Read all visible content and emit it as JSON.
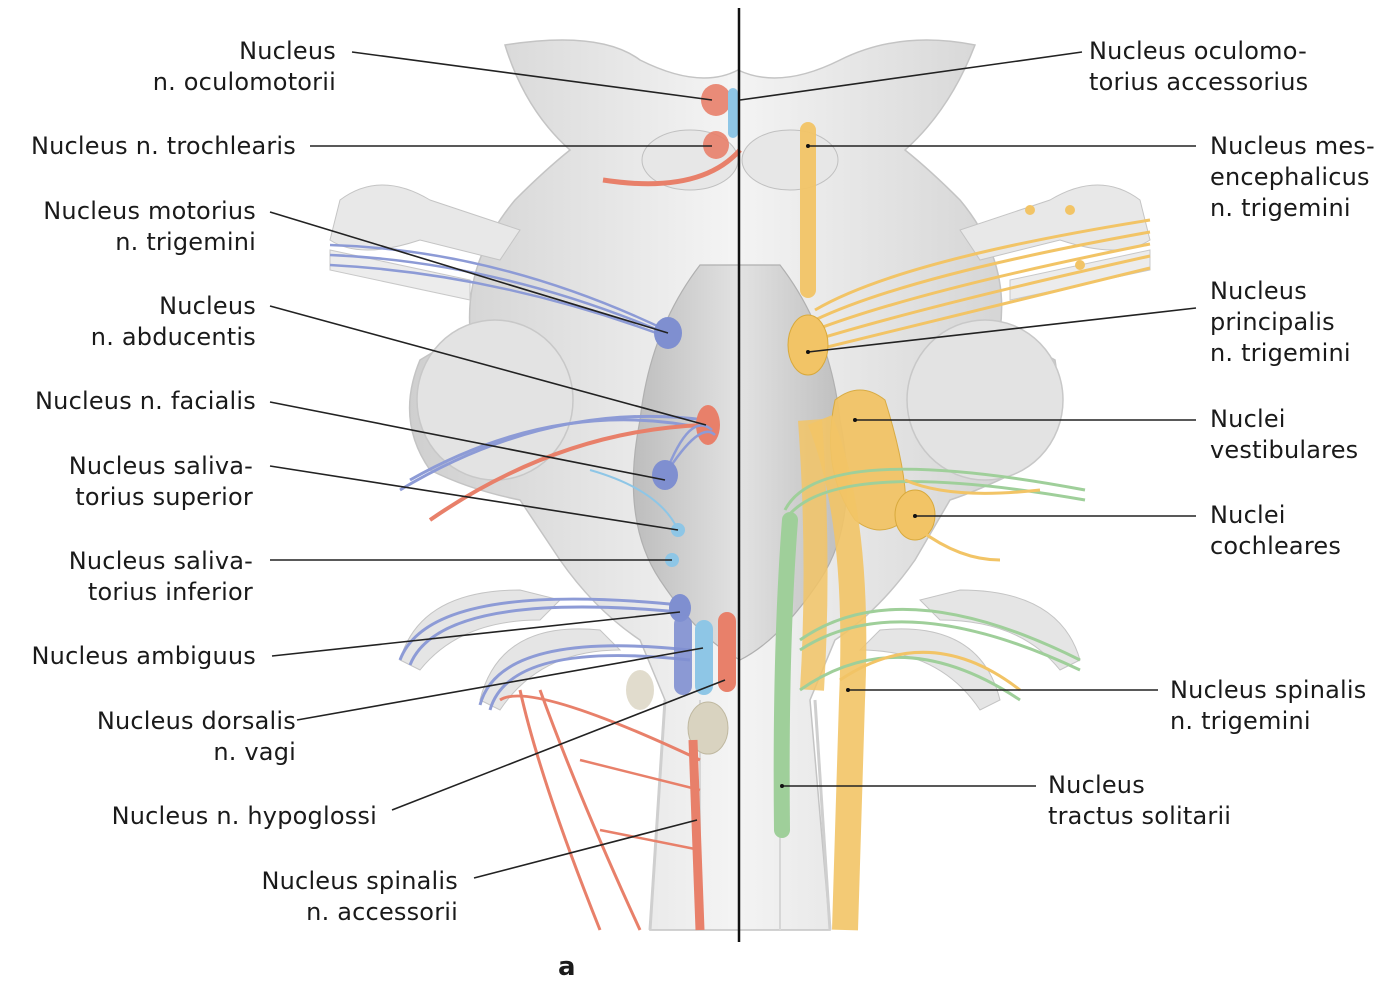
{
  "figure_letter": "a",
  "colors": {
    "motor_somatic": "#e8806a",
    "motor_branchial": "#8d9bd6",
    "parasympathetic": "#8ec6e6",
    "sensory_trigeminal": "#f2c466",
    "sensory_visceral": "#9fcf9a",
    "hypoglossal_gray": "#d9d3c0",
    "brainstem": "#e9e9e9",
    "leader_line": "#222222"
  },
  "labels_left": [
    {
      "lines": [
        "Nucleus",
        "n. oculomotorii"
      ]
    },
    {
      "lines": [
        "Nucleus n. trochlearis"
      ]
    },
    {
      "lines": [
        "Nucleus motorius",
        "n. trigemini"
      ]
    },
    {
      "lines": [
        "Nucleus",
        "n. abducentis"
      ]
    },
    {
      "lines": [
        "Nucleus n. facialis"
      ]
    },
    {
      "lines": [
        "Nucleus saliva-",
        "torius superior"
      ]
    },
    {
      "lines": [
        "Nucleus saliva-",
        "torius inferior"
      ]
    },
    {
      "lines": [
        "Nucleus ambiguus"
      ]
    },
    {
      "lines": [
        "Nucleus dorsalis",
        "n. vagi"
      ]
    },
    {
      "lines": [
        "Nucleus n. hypoglossi"
      ]
    },
    {
      "lines": [
        "Nucleus spinalis",
        "n. accessorii"
      ]
    }
  ],
  "labels_right": [
    {
      "lines": [
        "Nucleus oculomo-",
        "torius accessorius"
      ]
    },
    {
      "lines": [
        "Nucleus mes-",
        "encephalicus",
        "n. trigemini"
      ]
    },
    {
      "lines": [
        "Nucleus",
        "principalis",
        "n. trigemini"
      ]
    },
    {
      "lines": [
        "Nuclei",
        "vestibulares"
      ]
    },
    {
      "lines": [
        "Nuclei",
        "cochleares"
      ]
    },
    {
      "lines": [
        "Nucleus spinalis",
        "n. trigemini"
      ]
    },
    {
      "lines": [
        "Nucleus",
        "tractus solitarii"
      ]
    }
  ]
}
